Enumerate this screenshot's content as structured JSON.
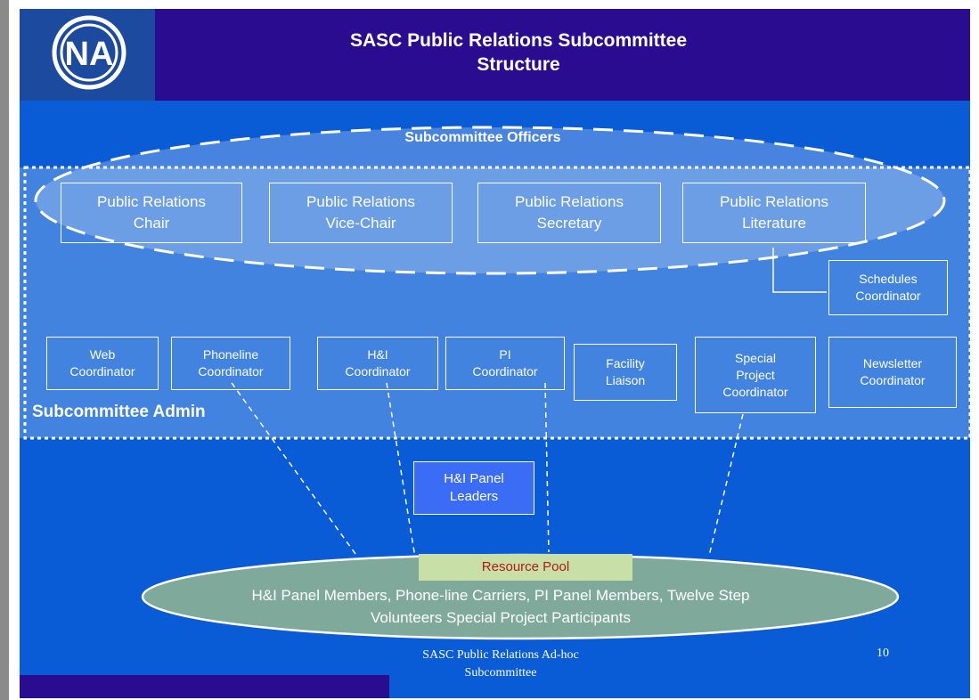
{
  "title": {
    "line1": "SASC Public Relations Subcommittee",
    "line2": "Structure"
  },
  "logo": {
    "text": "NA"
  },
  "officers_group": {
    "label": "Subcommittee Officers",
    "roles": [
      {
        "line1": "Public Relations",
        "line2": "Chair"
      },
      {
        "line1": "Public Relations",
        "line2": "Vice-Chair"
      },
      {
        "line1": "Public Relations",
        "line2": "Secretary"
      },
      {
        "line1": "Public Relations",
        "line2": "Literature"
      }
    ]
  },
  "schedules": {
    "line1": "Schedules",
    "line2": "Coordinator"
  },
  "admin_group": {
    "label": "Subcommittee Admin",
    "web": {
      "line1": "Web",
      "line2": "Coordinator"
    },
    "phoneline": {
      "line1": "Phoneline",
      "line2": "Coordinator"
    },
    "hi": {
      "line1": "H&I",
      "line2": "Coordinator"
    },
    "pi": {
      "line1": "PI",
      "line2": "Coordinator"
    },
    "facility": {
      "line1": "Facility",
      "line2": "Liaison"
    },
    "special": {
      "line1": "Special",
      "line2": "Project",
      "line3": "Coordinator"
    },
    "newsletter": {
      "line1": "Newsletter",
      "line2": "Coordinator"
    }
  },
  "hi_panel_leaders": {
    "line1": "H&I Panel",
    "line2": "Leaders"
  },
  "resource_pool": {
    "label": "Resource Pool",
    "line1": "H&I Panel Members, Phone-line Carriers, PI Panel Members, Twelve Step",
    "line2": "Volunteers Special Project Participants"
  },
  "footer": {
    "line1": "SASC Public Relations Ad-hoc",
    "line2": "Subcommittee",
    "page_number": "10"
  },
  "colors": {
    "slide_background": "#0a5bd6",
    "header": "#2a0c91",
    "pool_label": "#c8dfa8",
    "pool_text": "#b01a14"
  }
}
